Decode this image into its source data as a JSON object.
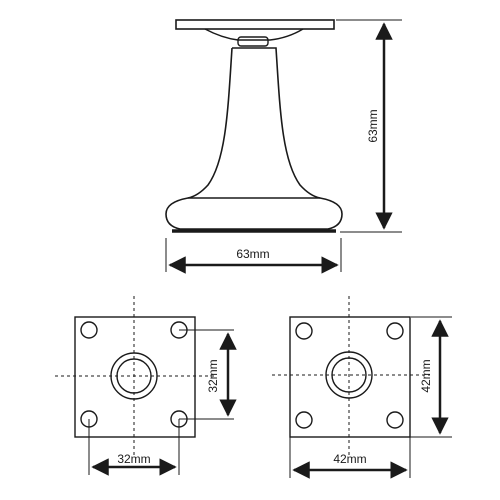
{
  "side_view": {
    "height_label": "63mm",
    "base_width_label": "63mm"
  },
  "plate_left": {
    "hole_spacing_vertical_label": "32mm",
    "hole_spacing_horizontal_label": "32mm"
  },
  "plate_right": {
    "hole_spacing_vertical_label": "42mm",
    "hole_spacing_horizontal_label": "42mm"
  }
}
